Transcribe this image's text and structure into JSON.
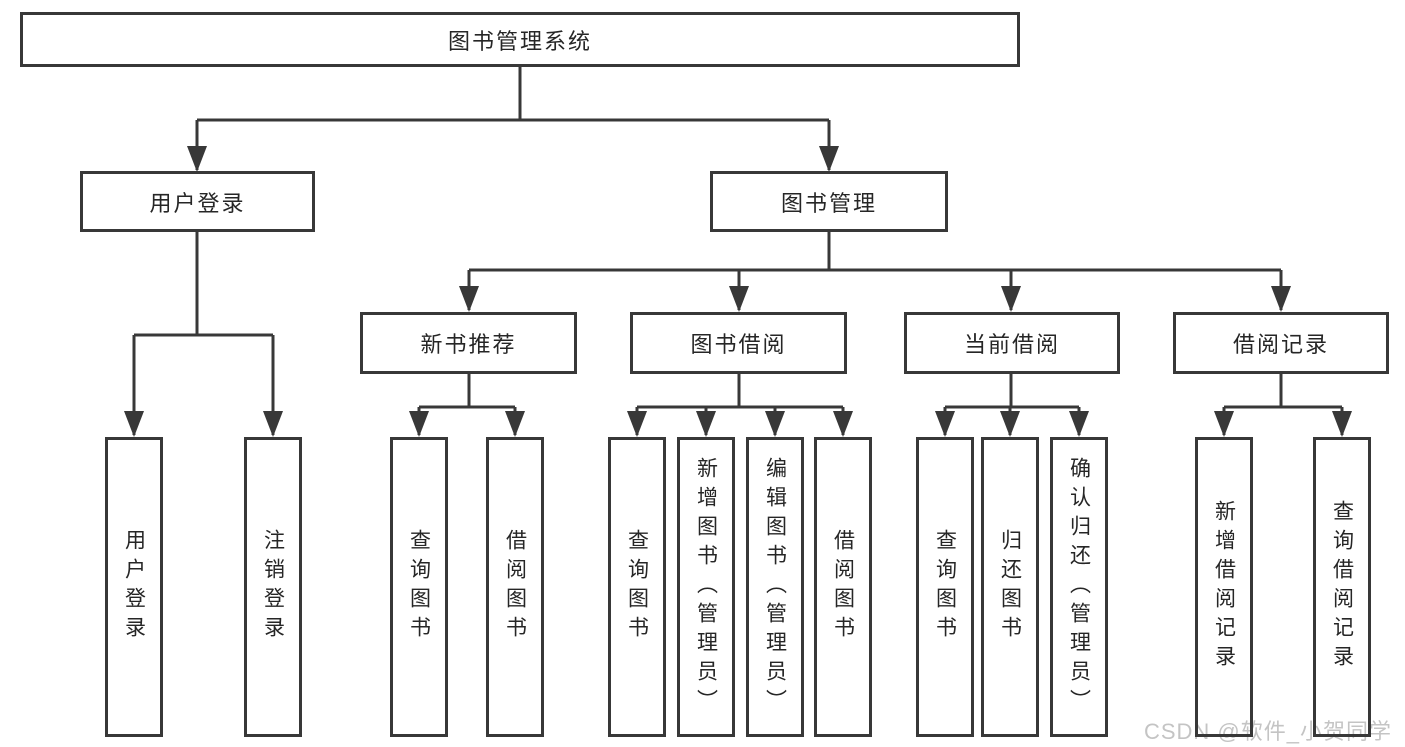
{
  "nodes": {
    "root": "图书管理系统",
    "login": "用户登录",
    "manage": "图书管理",
    "new_book": "新书推荐",
    "borrow": "图书借阅",
    "current": "当前借阅",
    "records": "借阅记录",
    "leaf_login": "用户登录",
    "leaf_logout": "注销登录",
    "leaf_nb_query": "查询图书",
    "leaf_nb_borrow": "借阅图书",
    "leaf_bb_query": "查询图书",
    "leaf_bb_add": "新增图书（管理员）",
    "leaf_bb_edit": "编辑图书（管理员）",
    "leaf_bb_borrow": "借阅图书",
    "leaf_cb_query": "查询图书",
    "leaf_cb_return": "归还图书",
    "leaf_cb_confirm": "确认归还（管理员）",
    "leaf_br_add": "新增借阅记录",
    "leaf_br_query": "查询借阅记录"
  },
  "hierarchy": {
    "图书管理系统": {
      "用户登录": [
        "用户登录",
        "注销登录"
      ],
      "图书管理": {
        "新书推荐": [
          "查询图书",
          "借阅图书"
        ],
        "图书借阅": [
          "查询图书",
          "新增图书（管理员）",
          "编辑图书（管理员）",
          "借阅图书"
        ],
        "当前借阅": [
          "查询图书",
          "归还图书",
          "确认归还（管理员）"
        ],
        "借阅记录": [
          "新增借阅记录",
          "查询借阅记录"
        ]
      }
    }
  },
  "watermark": "CSDN @软件_小贺同学",
  "colors": {
    "line": "#383838",
    "box_border": "#383838",
    "box_fill": "#ffffff",
    "text": "#262626",
    "watermark": "#c4c4c4",
    "background": "#ffffff"
  }
}
